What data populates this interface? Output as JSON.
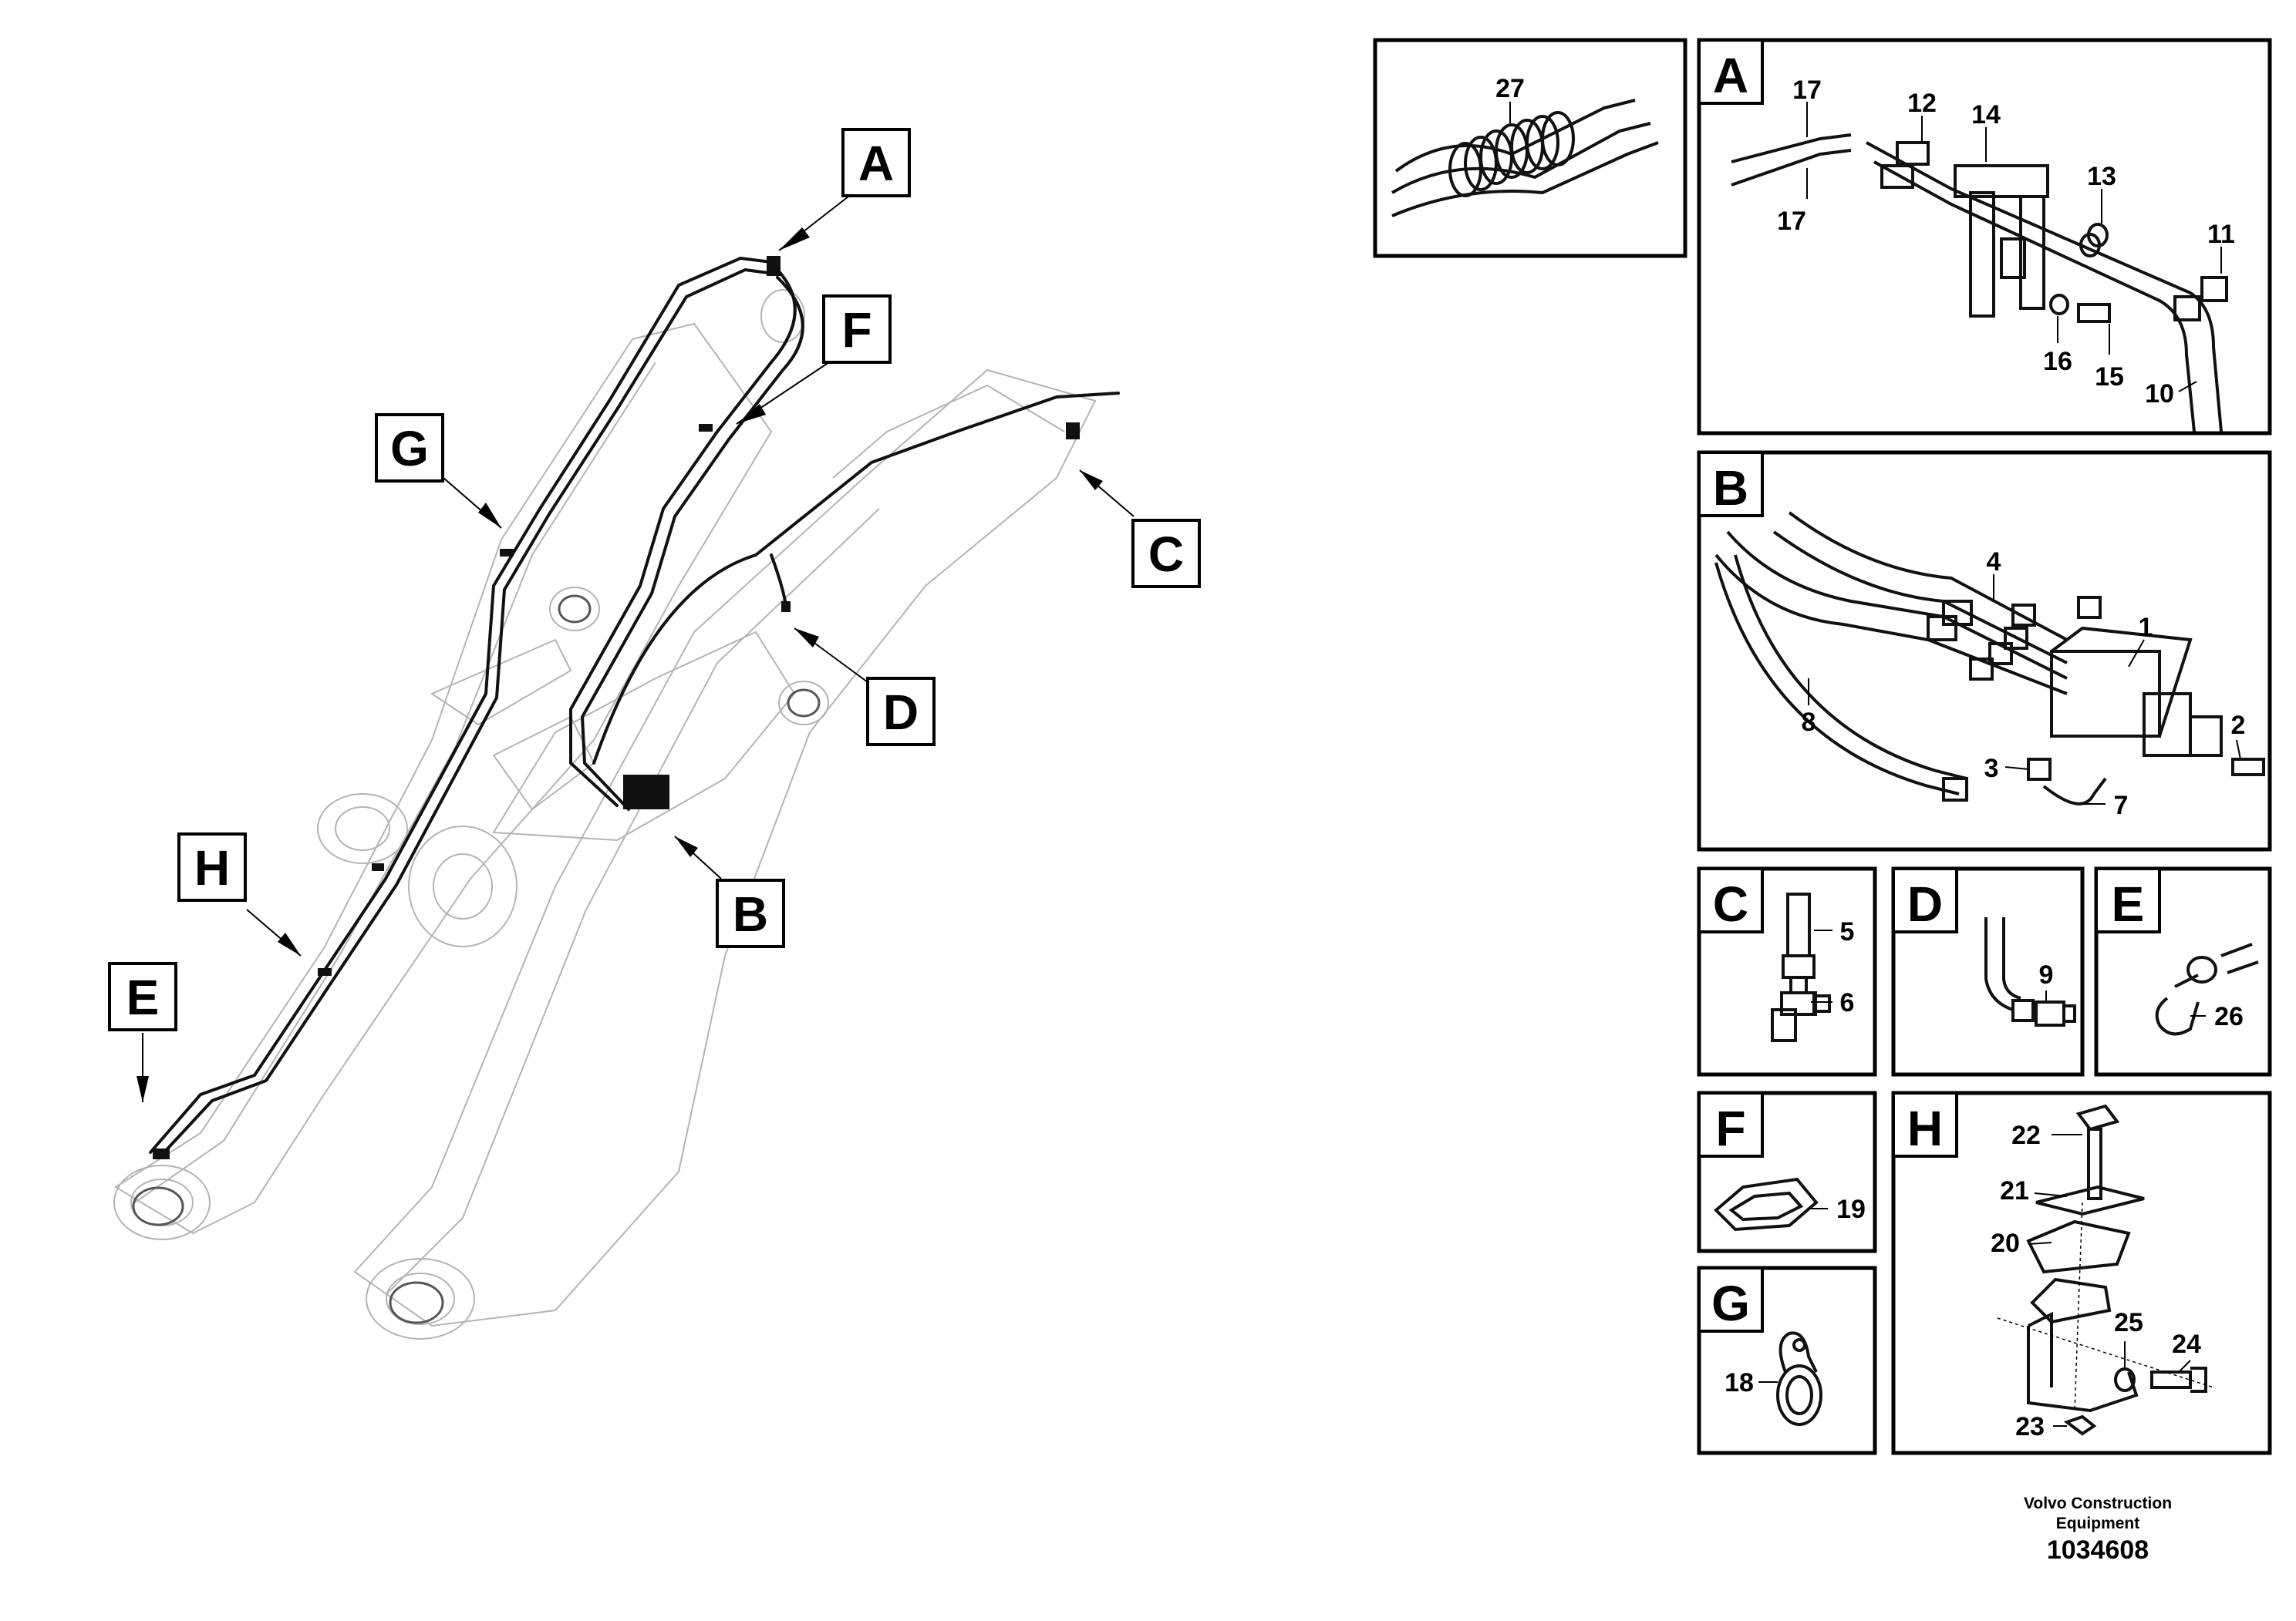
{
  "main_callouts": {
    "A": "A",
    "B": "B",
    "C": "C",
    "D": "D",
    "E": "E",
    "F": "F",
    "G": "G",
    "H": "H"
  },
  "panels": {
    "p27": {
      "numbers": [
        "27"
      ]
    },
    "A": {
      "letter": "A",
      "numbers": [
        "17",
        "12",
        "14",
        "17",
        "13",
        "11",
        "16",
        "15",
        "10"
      ]
    },
    "B": {
      "letter": "B",
      "numbers": [
        "4",
        "1",
        "8",
        "2",
        "3",
        "7"
      ]
    },
    "C": {
      "letter": "C",
      "numbers": [
        "5",
        "6"
      ]
    },
    "D": {
      "letter": "D",
      "numbers": [
        "9"
      ]
    },
    "E": {
      "letter": "E",
      "numbers": [
        "26"
      ]
    },
    "F": {
      "letter": "F",
      "numbers": [
        "19"
      ]
    },
    "G": {
      "letter": "G",
      "numbers": [
        "18"
      ]
    },
    "H": {
      "letter": "H",
      "numbers": [
        "22",
        "21",
        "20",
        "25",
        "24",
        "23"
      ]
    }
  },
  "footer": {
    "maker_line1": "Volvo Construction",
    "maker_line2": "Equipment",
    "drawing_number": "1034608"
  }
}
